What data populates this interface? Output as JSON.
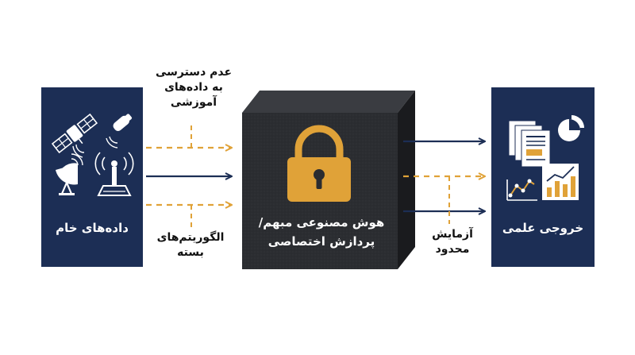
{
  "left_box": {
    "label": "داده‌های خام"
  },
  "right_box": {
    "label": "خروجی علمی"
  },
  "center_box": {
    "line1": "هوش مصنوعی مبهم/",
    "line2": "پردازش اختصاصی"
  },
  "labels": {
    "top": [
      "عدم دسترسی",
      "به داده‌های",
      "آموزشی"
    ],
    "bottom": [
      "الگوریتم‌های",
      "بسته"
    ],
    "right": [
      "آزمایش",
      "محدود"
    ]
  },
  "icons": [
    "satellite-icon",
    "telescope-icon",
    "radio-dish-icon",
    "antenna-icon",
    "joystick-icon",
    "documents-icon",
    "pie-chart-icon",
    "line-chart-icon",
    "bar-chart-icon",
    "lock-icon"
  ],
  "colors": {
    "navy": "#1c2e55",
    "gold": "#e0a238",
    "cube": "#2a2c30"
  }
}
